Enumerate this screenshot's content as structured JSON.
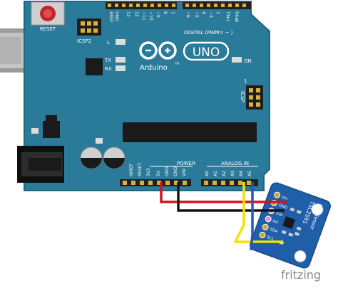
{
  "colors": {
    "board": "#2a7a99",
    "board_edge": "#1f6580",
    "header": "#222222",
    "wire_red": "#d4121e",
    "wire_black": "#141414",
    "wire_yellow": "#f2e200",
    "wire_blue": "#2a55b8",
    "sensor_board": "#1f5ea8",
    "label": "#ffffff",
    "fritzing": "#8a8a8a"
  },
  "arduino": {
    "reset_label": "RESET",
    "icsp2_label": "ICSP2",
    "icsp_label": "ICSP",
    "aref_label": "AREF",
    "gnd_label": "GND",
    "top_pins": [
      "13",
      "12",
      "~11",
      "~10",
      "~9",
      "8",
      "7",
      "~6",
      "~5",
      "4",
      "~3",
      "2",
      "TX▸1",
      "RX◂0"
    ],
    "digital_label": "DIGITAL (PWM= ~ )",
    "l_label": "L",
    "tx_label": "TX",
    "rx_label": "RX",
    "brand_name": "Arduino",
    "tm_mark": "TM",
    "uno_label": "UNO",
    "on_label": "ON",
    "icsp_pin1": "1",
    "power_label": "POWER",
    "analog_label": "ANALOG IN",
    "power_pins": [
      "IOREF",
      "RESET",
      "3V3",
      "5V",
      "GND",
      "GND",
      "VIN"
    ],
    "analog_pins": [
      "A0",
      "A1",
      "A2",
      "A3",
      "A4",
      "A5"
    ]
  },
  "sensor": {
    "title": "TSL2591",
    "subtitle": "Lux Sensor",
    "pins": [
      "Vin",
      "GND",
      "3Vo",
      "Int",
      "SDA",
      "SCL"
    ]
  },
  "footer": {
    "brand": "fritzing"
  }
}
